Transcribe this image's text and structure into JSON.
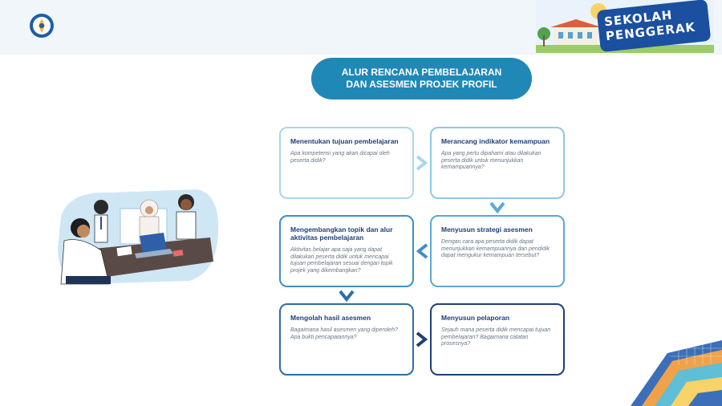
{
  "header": {
    "logo_icon": "tut-wuri-handayani-logo-icon",
    "banner": {
      "line1": "SEKOLAH",
      "line2": "PENGGERAK"
    }
  },
  "title": {
    "line1": "ALUR RENCANA PEMBELAJARAN",
    "line2": "DAN ASESMEN PROJEK PROFIL"
  },
  "steps": [
    {
      "title": "Menentukan tujuan pembelajaran",
      "desc": "Apa kompetensi yang akan dicapai oleh peserta didik?"
    },
    {
      "title": "Merancang indikator kemampuan",
      "desc": "Apa yang perlu dipahami atau dilakukan peserta didik untuk menunjukkan kemampuannya?"
    },
    {
      "title": "Mengembangkan topik dan alur aktivitas pembelajaran",
      "desc": "Aktivitas belajar apa saja yang dapat dilakukan peserta didik untuk mencapai tujuan pembelajaran sesuai dengan topik projek yang dikembangkan?"
    },
    {
      "title": "Menyusun strategi asesmen",
      "desc": "Dengan cara apa peserta didik dapat menunjukkan kemampuannya dan pendidik dapat mengukur kemampuan tersebut?"
    },
    {
      "title": "Mengolah hasil asesmen",
      "desc": "Bagaimana hasil asesmen yang diperoleh? Apa bukti pencapaiannya?"
    },
    {
      "title": "Menyusun pelaporan",
      "desc": "Sejauh mana peserta didik mencapai tujuan pembelajaran? Bagaimana catatan prosesnya?"
    }
  ],
  "colors": {
    "title_bg": "#1f88b6",
    "heading_text": "#1e3f78",
    "arrow_light": "#8fc8e6",
    "arrow_mid": "#3d8ec9",
    "arrow_dark": "#1e3f78"
  },
  "illustration": "students-working-on-laptop-illustration"
}
